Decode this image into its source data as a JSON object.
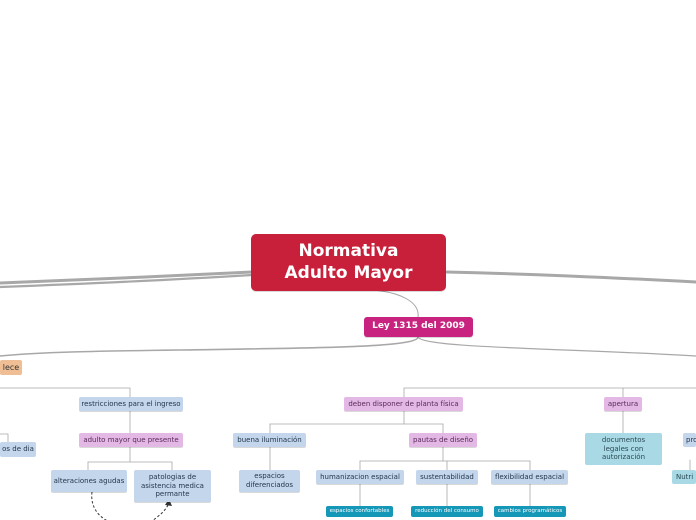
{
  "map": {
    "root": "Normativa\nAdulto Mayor",
    "ley": "Ley 1315 del 2009",
    "establece": "lece",
    "restricciones": "restricciones para el ingreso",
    "dia": "os de dia",
    "adulto_mayor": "adulto mayor que presente",
    "alteraciones": "alteraciones agudas",
    "patologias": "patologias de asistencia medica permante",
    "planta_fisica": "deben disponer de planta física",
    "iluminacion": "buena iluminación",
    "espacios_dif": "espacios diferenciados",
    "pautas": "pautas de diseño",
    "humanizacion": "humanizacion espacial",
    "sustentabilidad": "sustentabilidad",
    "flexibilidad": "flexibilidad espacial",
    "confortables": "espacios confortables",
    "consumo": "reducción del consumo",
    "programaticos": "cambios programáticos",
    "apertura": "apertura",
    "documentos": "documentos legales con autorización",
    "pro": "pro",
    "nutri": "Nutri"
  },
  "colors": {
    "root": "#c8203a",
    "ley": "#c8237f",
    "orange": "#efbe95",
    "purple": "#e3b8e4",
    "blue": "#c4d6ec",
    "cyan": "#a9d9e4",
    "teal": "#1597b8",
    "edge": "#a8a8a8"
  }
}
